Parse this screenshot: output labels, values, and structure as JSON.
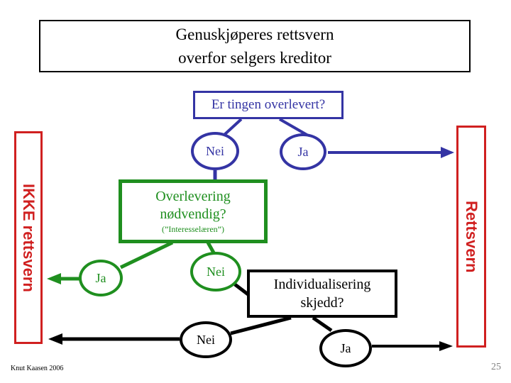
{
  "slide": {
    "title_line1": "Genuskjøperes rettsvern",
    "title_line2": "overfor selgers kreditor",
    "footer": "Knut Kaasen 2006",
    "page_number": "25"
  },
  "flowchart": {
    "q1": {
      "text": "Er tingen overlevert?",
      "no": "Nei",
      "yes": "Ja"
    },
    "left_outcome": "IKKE rettsvern",
    "right_outcome": "Rettsvern",
    "q2": {
      "line1": "Overlevering",
      "line2": "nødvendig?",
      "note": "(”Interesselæren”)",
      "yes": "Ja",
      "no": "Nei"
    },
    "q3": {
      "line1": "Individualisering",
      "line2": "skjedd?",
      "no": "Nei",
      "yes": "Ja"
    }
  },
  "colors": {
    "blue": "#3434A4",
    "red": "#D02020",
    "green": "#1F8F1F",
    "black": "#000000",
    "page_number_gray": "#808080"
  }
}
